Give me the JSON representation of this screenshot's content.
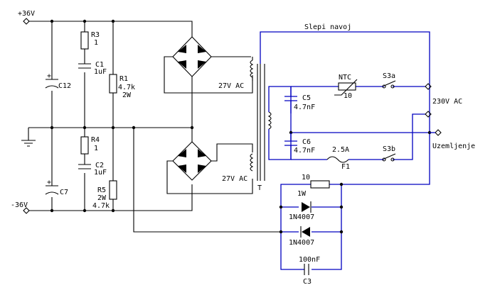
{
  "title": "Slepi navoj",
  "rails": {
    "pos": "+36V",
    "neg": "-36V"
  },
  "mains": {
    "voltage": "230V AC",
    "ground": "Uzemljenje"
  },
  "transformer": {
    "winding_upper": "27V AC",
    "winding_lower": "27V AC",
    "sense_tap": "T"
  },
  "components": {
    "r3": {
      "ref": "R3",
      "value": "1"
    },
    "c1": {
      "ref": "C1",
      "value": "1uF"
    },
    "r1": {
      "ref": "R1",
      "value": "4.7k",
      "power": "2W"
    },
    "c12": {
      "ref": "C12"
    },
    "r4": {
      "ref": "R4",
      "value": "1"
    },
    "c2": {
      "ref": "C2",
      "value": "1uF"
    },
    "r5": {
      "ref": "R5",
      "power": "2W",
      "value": "4.7k"
    },
    "c7": {
      "ref": "C7"
    },
    "c5": {
      "ref": "C5",
      "value": "4.7nF"
    },
    "c6": {
      "ref": "C6",
      "value": "4.7nF"
    },
    "ntc": {
      "ref": "NTC",
      "value": "10"
    },
    "s3a": {
      "ref": "S3a"
    },
    "s3b": {
      "ref": "S3b"
    },
    "f1": {
      "ref": "F1",
      "value": "2.5A"
    },
    "r10": {
      "value": "10",
      "power": "1W"
    },
    "d1": {
      "part": "1N4007"
    },
    "d2": {
      "part": "1N4007"
    },
    "c3": {
      "ref": "C3",
      "value": "100nF"
    }
  },
  "colors": {
    "wire_primary": "#0000c0",
    "wire_secondary": "#000000",
    "background": "#ffffff"
  }
}
